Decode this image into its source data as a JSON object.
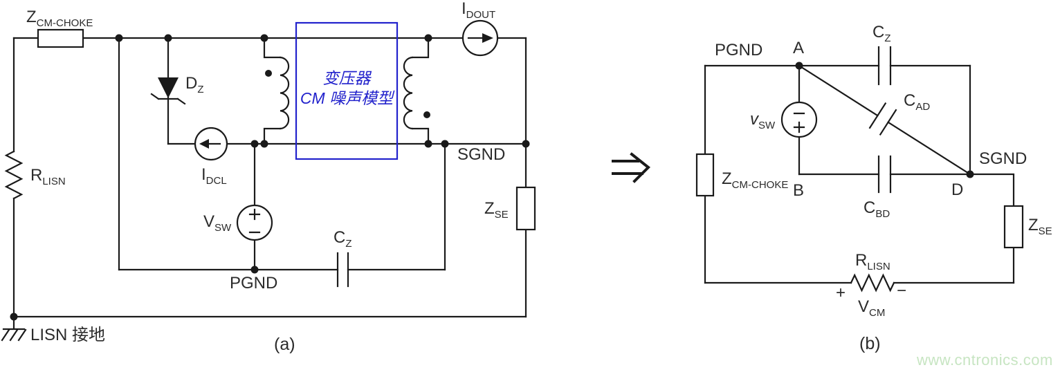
{
  "circuit_a": {
    "z_cm_choke": {
      "main": "Z",
      "sub": "CM-CHOKE"
    },
    "r_lisn": {
      "main": "R",
      "sub": "LISN"
    },
    "d_z": {
      "main": "D",
      "sub": "Z"
    },
    "i_dcl": {
      "main": "I",
      "sub": "DCL"
    },
    "i_dout": {
      "main": "I",
      "sub": "DOUT"
    },
    "v_sw": {
      "main": "V",
      "sub": "SW"
    },
    "c_z": {
      "main": "C",
      "sub": "Z"
    },
    "z_se": {
      "main": "Z",
      "sub": "SE"
    },
    "pgnd": "PGND",
    "sgnd": "SGND",
    "lisn_ground": "LISN 接地",
    "transformer_box": {
      "line1": "变压器",
      "line2": "CM 噪声模型"
    },
    "caption": "(a)"
  },
  "circuit_b": {
    "pgnd": "PGND",
    "node_a": "A",
    "node_b": "B",
    "node_d": "D",
    "sgnd": "SGND",
    "c_z": {
      "main": "C",
      "sub": "Z"
    },
    "c_ad": {
      "main": "C",
      "sub": "AD"
    },
    "c_bd": {
      "main": "C",
      "sub": "BD"
    },
    "v_sw": {
      "main": "v",
      "sub": "SW"
    },
    "z_cm_choke": {
      "main": "Z",
      "sub": "CM-CHOKE"
    },
    "z_se": {
      "main": "Z",
      "sub": "SE"
    },
    "r_lisn": {
      "main": "R",
      "sub": "LISN"
    },
    "v_cm": {
      "main": "V",
      "sub": "CM"
    },
    "plus": "+",
    "minus": "−",
    "caption": "(b)"
  },
  "icons": {
    "implies_arrow": "⇒"
  },
  "watermark": "www.cntronics.com",
  "colors": {
    "line": "#1a1a1a",
    "label_text": "#2b2b2b",
    "transformer_blue": "#2222cc",
    "watermark_green": "#c7e5c2",
    "background": "#ffffff"
  }
}
